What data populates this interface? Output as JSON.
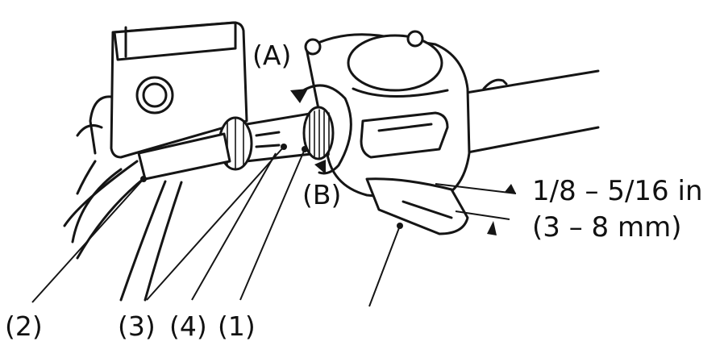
{
  "labels": {
    "a": "(A)",
    "b": "(B)",
    "n1": "(1)",
    "n2": "(2)",
    "n3": "(3)",
    "n4": "(4)",
    "spec_in": "1/8 – 5/16 in",
    "spec_mm": "(3 – 8 mm)"
  },
  "colors": {
    "ink": "#151515",
    "background": "#ffffff"
  }
}
